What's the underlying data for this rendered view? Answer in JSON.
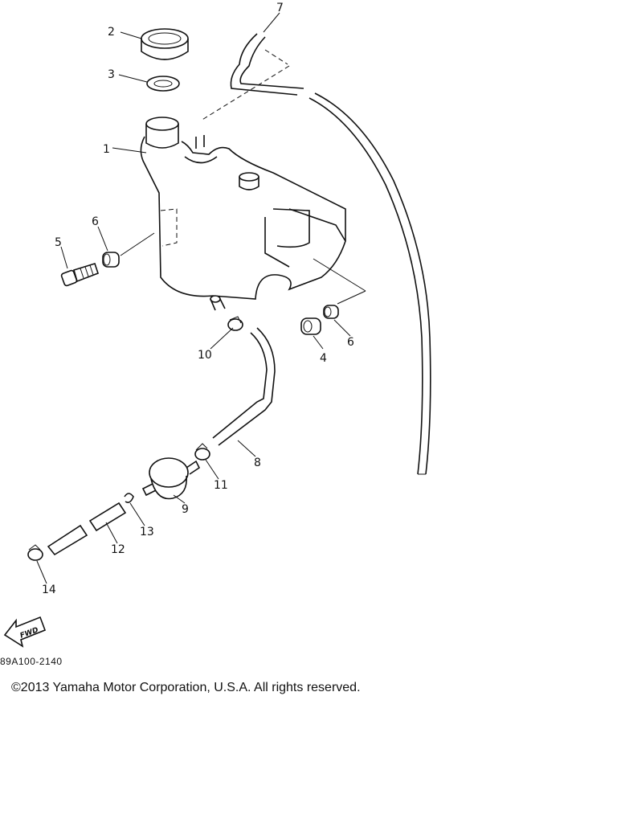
{
  "callouts": {
    "c1": "1",
    "c2": "2",
    "c3": "3",
    "c4": "4",
    "c5": "5",
    "c6a": "6",
    "c6b": "6",
    "c7": "7",
    "c8": "8",
    "c9": "9",
    "c10": "10",
    "c11": "11",
    "c12": "12",
    "c13": "13",
    "c14": "14"
  },
  "fwd_label": "FWD",
  "diagram_code": "89A100-2140",
  "copyright": "©2013 Yamaha Motor Corporation, U.S.A. All rights reserved."
}
